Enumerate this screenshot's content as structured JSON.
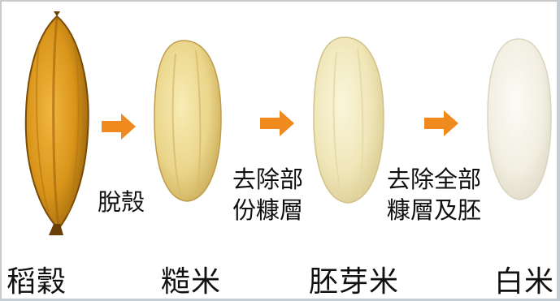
{
  "stages": [
    {
      "label": "稻穀"
    },
    {
      "label": "糙米"
    },
    {
      "label": "胚芽米"
    },
    {
      "label": "白米"
    }
  ],
  "steps": [
    {
      "lines": [
        "脫殼"
      ]
    },
    {
      "lines": [
        "去除部",
        "份糠層"
      ]
    },
    {
      "lines": [
        "去除全部",
        "糠層及胚"
      ]
    }
  ],
  "colors": {
    "arrow": "#f08a1e",
    "paddy_husk": "#d9951a",
    "brown_rice": "#ead58a",
    "germ_rice": "#efe6b8",
    "white_rice": "#f2efe2"
  }
}
